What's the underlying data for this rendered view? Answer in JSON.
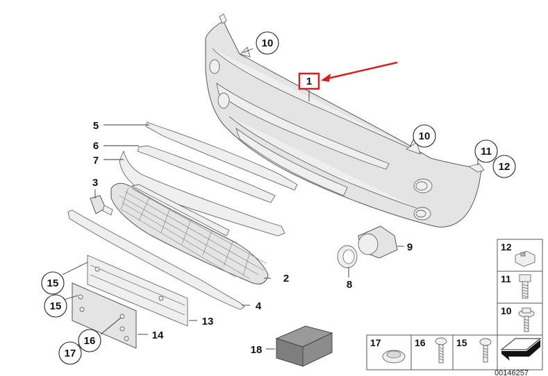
{
  "diagram_ref": "00146257",
  "labels": {
    "p1": "1",
    "p2": "2",
    "p3": "3",
    "p4": "4",
    "p5": "5",
    "p6": "6",
    "p7": "7",
    "p8": "8",
    "p9": "9",
    "p10a": "10",
    "p10b": "10",
    "p11": "11",
    "p12": "12",
    "p13": "13",
    "p14": "14",
    "p15a": "15",
    "p15b": "15",
    "p16": "16",
    "p17": "17",
    "p18": "18"
  },
  "fasteners": {
    "f12": "12",
    "f11": "11",
    "f10": "10",
    "f17": "17",
    "f16": "16",
    "f15": "15"
  },
  "highlight_color": "#d62020"
}
